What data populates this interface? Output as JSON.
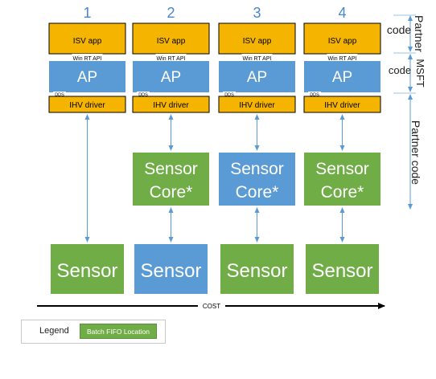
{
  "columns": [
    {
      "number": "1",
      "isv_app": "ISV app",
      "api": "Win RT API",
      "ap": "AP",
      "dds": "DDS",
      "ihv_driver": "IHV driver",
      "sensor_core": null,
      "sensor": "Sensor",
      "sensor_fill": "#70ad47"
    },
    {
      "number": "2",
      "isv_app": "ISV app",
      "api": "Win RT API",
      "ap": "AP",
      "dds": "DDS",
      "ihv_driver": "IHV driver",
      "sensor_core": {
        "line1": "Sensor",
        "line2": "Core*",
        "fill": "#70ad47"
      },
      "sensor": "Sensor",
      "sensor_fill": "#5b9bd5"
    },
    {
      "number": "3",
      "isv_app": "ISV app",
      "api": "Win RT API",
      "ap": "AP",
      "dds": "DDS",
      "ihv_driver": "IHV driver",
      "sensor_core": {
        "line1": "Sensor",
        "line2": "Core*",
        "fill": "#5b9bd5"
      },
      "sensor": "Sensor",
      "sensor_fill": "#70ad47"
    },
    {
      "number": "4",
      "isv_app": "ISV app",
      "api": "Win RT API",
      "ap": "AP",
      "dds": "DDS",
      "ihv_driver": "IHV driver",
      "sensor_core": {
        "line1": "Sensor",
        "line2": "Core*",
        "fill": "#70ad47"
      },
      "sensor": "Sensor",
      "sensor_fill": "#70ad47"
    }
  ],
  "side_labels": {
    "partner_code_top_line1": "Partner",
    "partner_code_top_line2": "code",
    "msft_code_line1": "MSFT",
    "msft_code_line2": "code",
    "partner_code_bottom": "Partner code"
  },
  "axis": {
    "label": "COST"
  },
  "legend": {
    "label": "Legend",
    "swatch_label": "Batch FIFO Location"
  },
  "colors": {
    "isv_yellow": "#f5b400",
    "ap_blue": "#5b9bd5",
    "green": "#70ad47",
    "number_blue": "#4a86c8",
    "arrow_blue": "#5b9bd5"
  }
}
